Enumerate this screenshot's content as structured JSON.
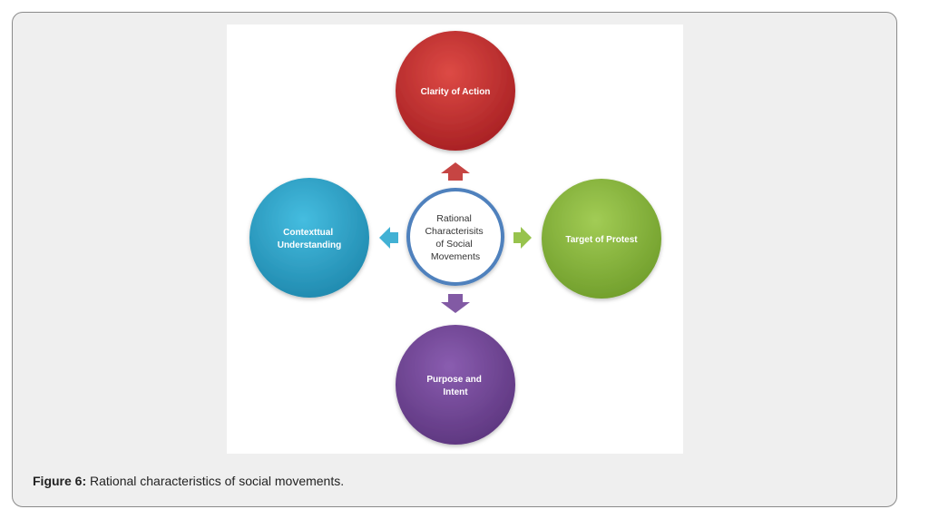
{
  "diagram": {
    "center": {
      "lines": [
        "Rational",
        "Characterisits",
        "of Social",
        "Movements"
      ]
    },
    "nodes": {
      "top": {
        "lines": [
          "Clarity of Action"
        ],
        "color": "#c92e2c"
      },
      "right": {
        "lines": [
          "Target of Protest"
        ],
        "color": "#8cbd3a"
      },
      "bottom": {
        "lines": [
          "Purpose and",
          "Intent"
        ],
        "color": "#74489a"
      },
      "left": {
        "lines": [
          "Contexttual",
          "Understanding"
        ],
        "color": "#2ea8cf"
      }
    },
    "ring_color": "#4f81bd"
  },
  "caption": {
    "label": "Figure 6:",
    "text": " Rational characteristics of social movements."
  }
}
